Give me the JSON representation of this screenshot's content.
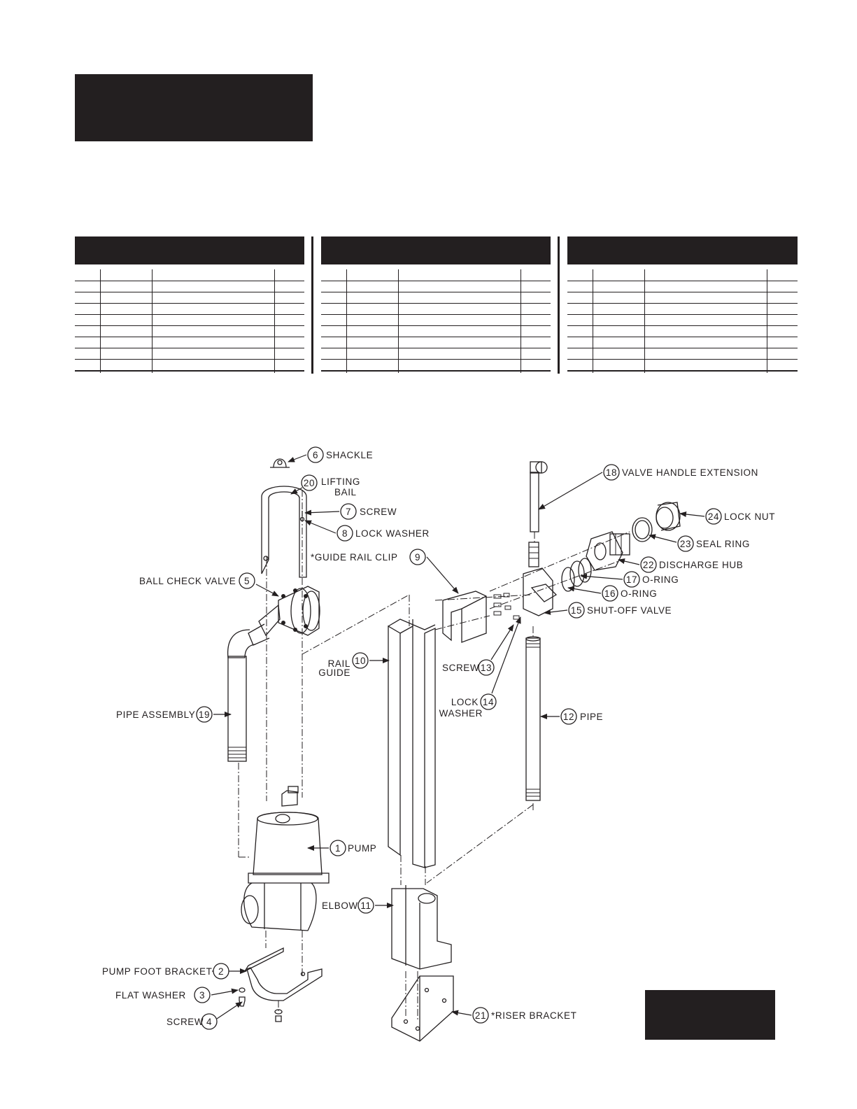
{
  "diagram": {
    "callouts": [
      {
        "num": "1",
        "label": "PUMP"
      },
      {
        "num": "2",
        "label": "PUMP FOOT BRACKET"
      },
      {
        "num": "3",
        "label": "FLAT WASHER"
      },
      {
        "num": "4",
        "label": "SCREW"
      },
      {
        "num": "5",
        "label": "BALL CHECK VALVE"
      },
      {
        "num": "6",
        "label": "SHACKLE"
      },
      {
        "num": "7",
        "label": "SCREW"
      },
      {
        "num": "8",
        "label": "LOCK WASHER"
      },
      {
        "num": "9",
        "label": "*GUIDE RAIL CLIP"
      },
      {
        "num": "10",
        "label": "RAIL",
        "label2": "GUIDE"
      },
      {
        "num": "11",
        "label": "ELBOW"
      },
      {
        "num": "12",
        "label": "PIPE"
      },
      {
        "num": "13",
        "label": "SCREW"
      },
      {
        "num": "14",
        "label": "LOCK",
        "label2": "WASHER"
      },
      {
        "num": "15",
        "label": "SHUT-OFF VALVE"
      },
      {
        "num": "16",
        "label": "O-RING"
      },
      {
        "num": "17",
        "label": "O-RING"
      },
      {
        "num": "18",
        "label": "VALVE HANDLE EXTENSION"
      },
      {
        "num": "19",
        "label": "PIPE ASSEMBLY"
      },
      {
        "num": "20",
        "label": "LIFTING",
        "label2": "BAIL"
      },
      {
        "num": "21",
        "label": "*RISER BRACKET"
      },
      {
        "num": "22",
        "label": "DISCHARGE HUB"
      },
      {
        "num": "23",
        "label": "SEAL RING"
      },
      {
        "num": "24",
        "label": "LOCK NUT"
      }
    ]
  }
}
